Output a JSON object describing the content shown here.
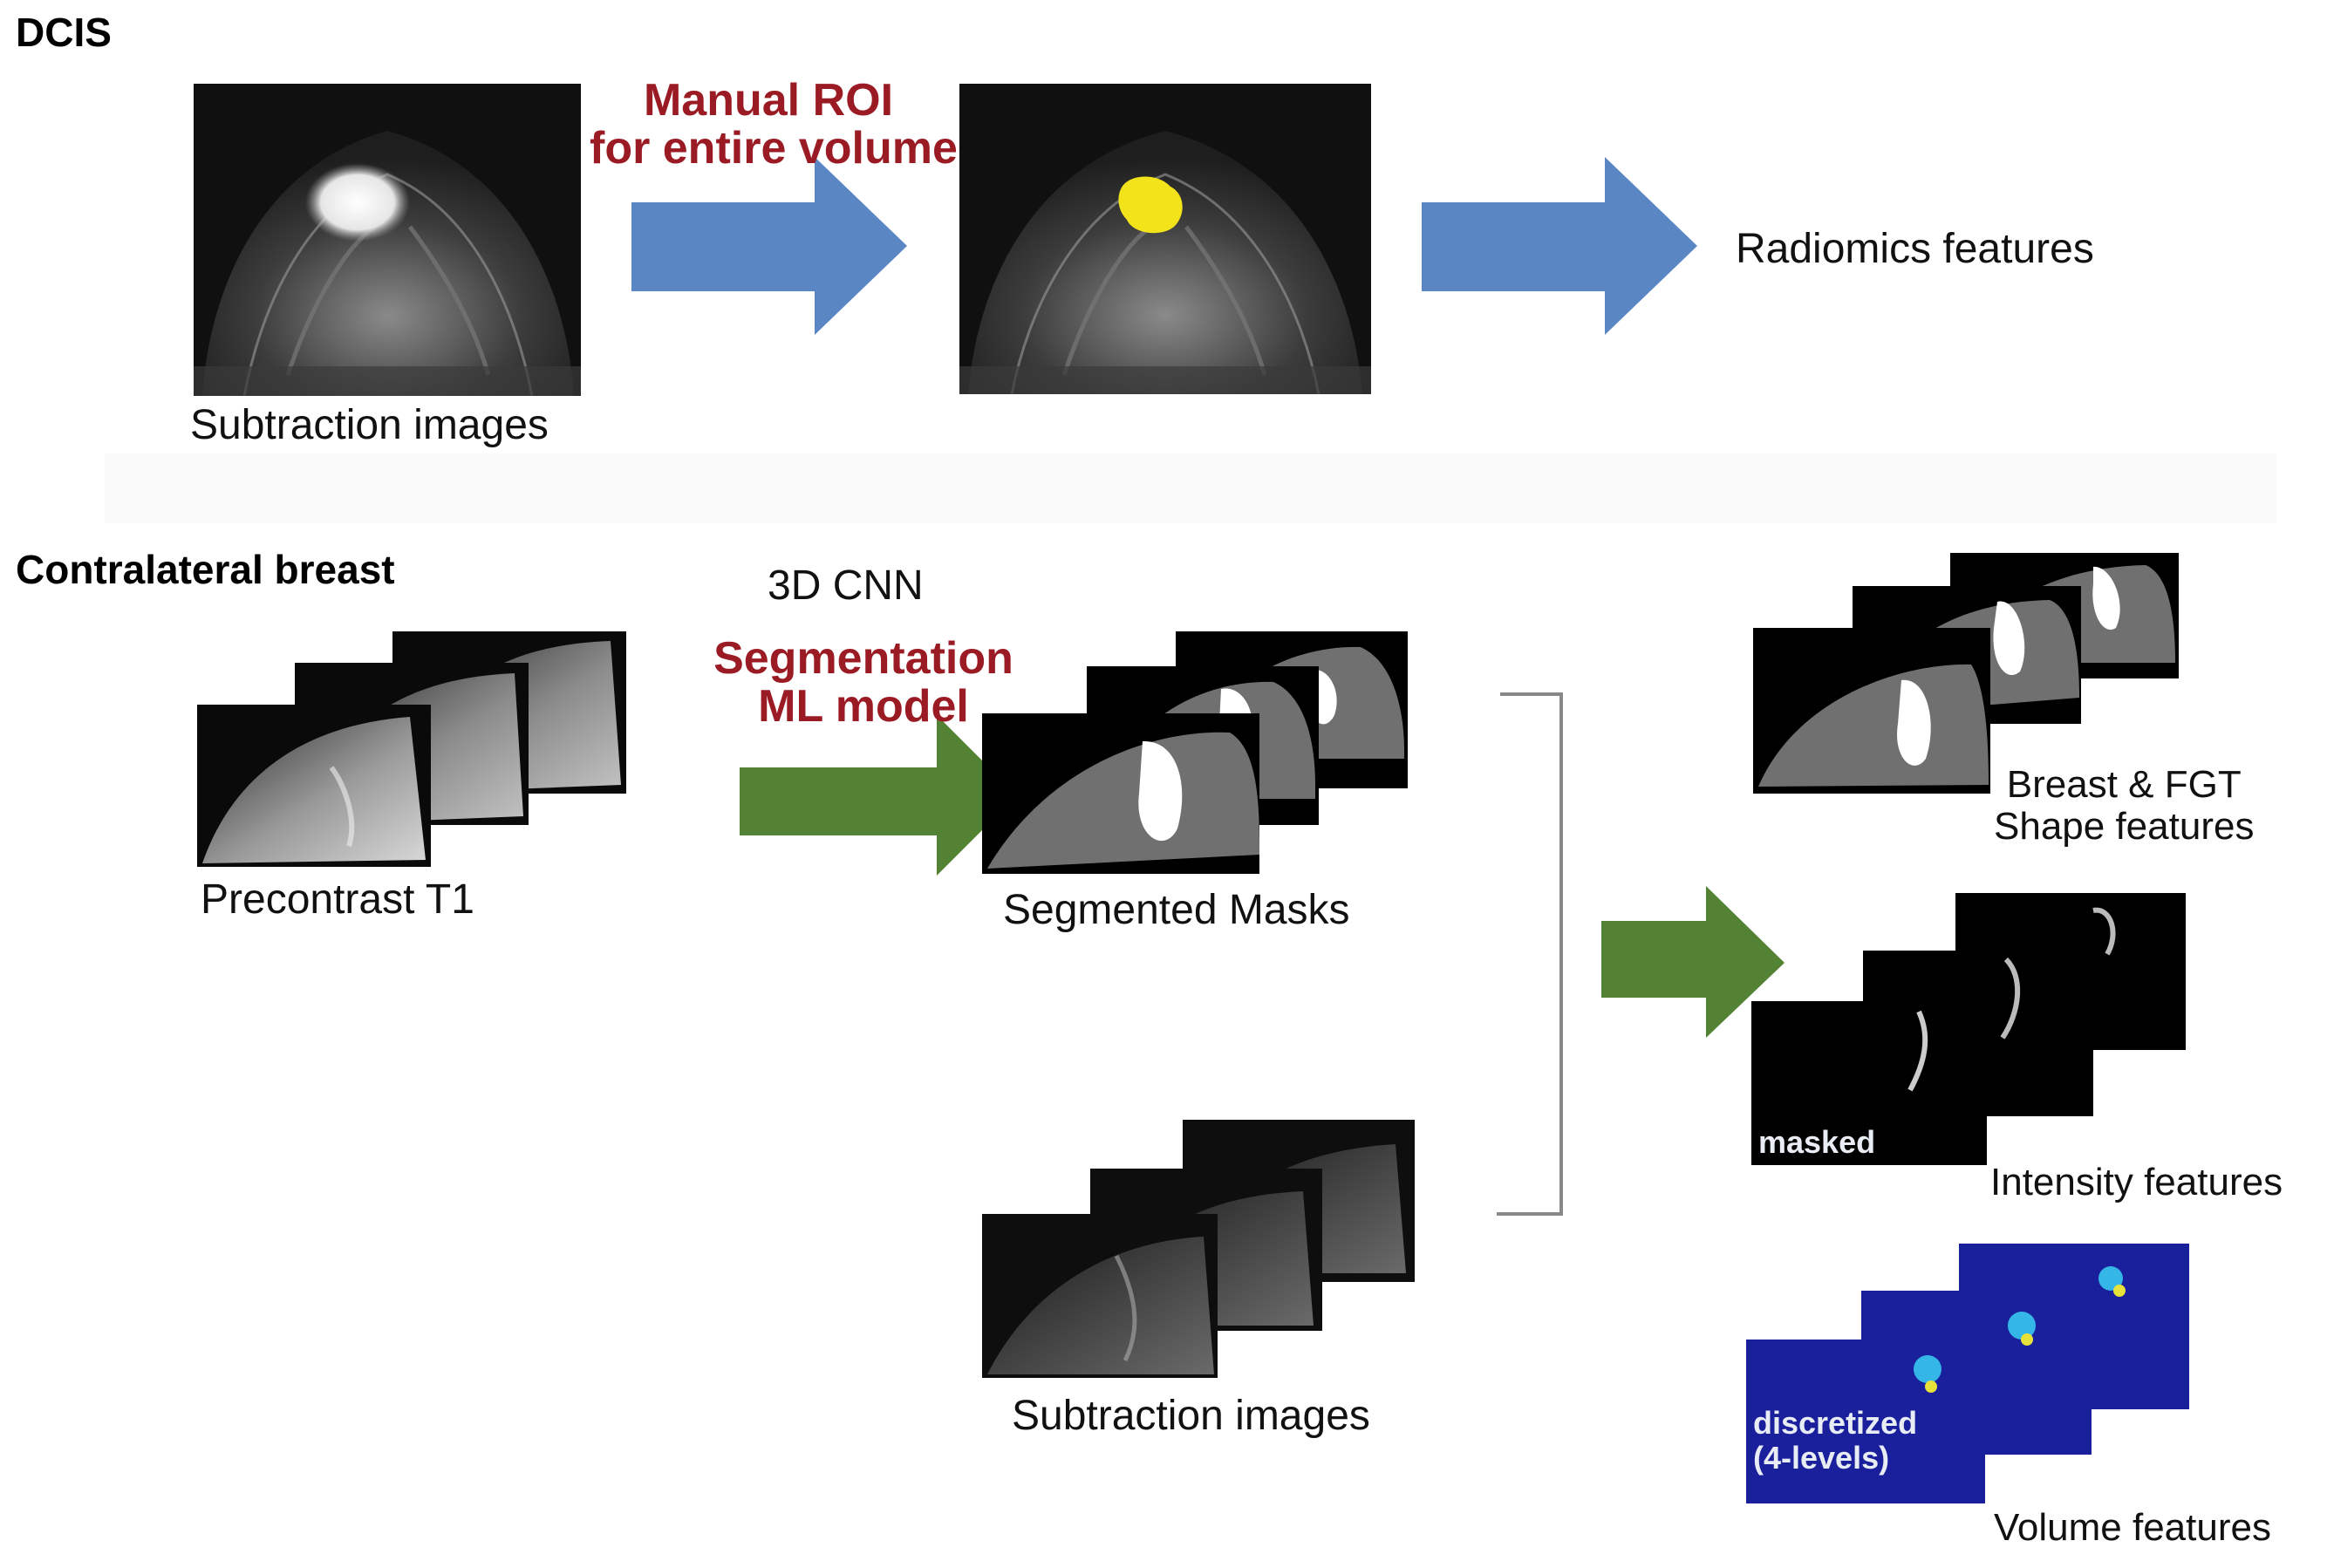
{
  "dcis": {
    "title": "DCIS",
    "subtraction_caption": "Subtraction images",
    "roi_label_line1": "Manual ROI",
    "roi_label_line2": "for entire volume",
    "output_label": "Radiomics features"
  },
  "contralateral": {
    "title": "Contralateral breast",
    "precontrast_caption": "Precontrast T1",
    "cnn_label": "3D CNN",
    "model_label_line1": "Segmentation",
    "model_label_line2": "ML model",
    "masks_caption": "Segmented Masks",
    "subtraction_caption": "Subtraction images",
    "features": {
      "shape_line1": "Breast & FGT",
      "shape_line2": "Shape features",
      "intensity": "Intensity features",
      "intensity_overlay": "masked",
      "volume": "Volume features",
      "volume_overlay_line1": "discretized",
      "volume_overlay_line2": "(4-levels)"
    }
  },
  "colors": {
    "blue_arrow": "#5b86c4",
    "green_arrow": "#548235",
    "roi_yellow": "#f2e31a",
    "red_text": "#9b1b24",
    "volume_bg": "#1a1f9c"
  }
}
